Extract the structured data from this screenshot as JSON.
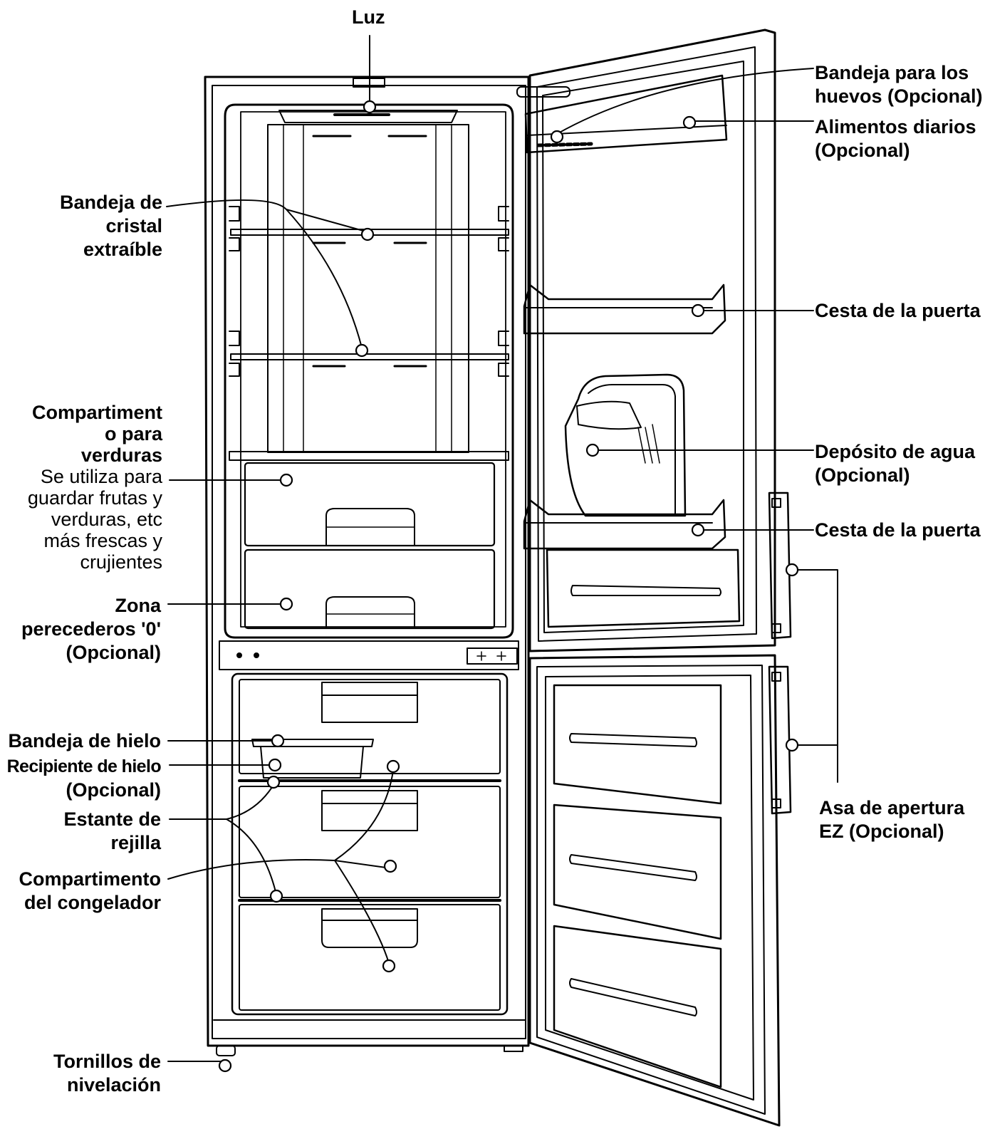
{
  "labels": {
    "luz": "Luz",
    "egg_tray": [
      "Bandeja para los",
      "huevos (Opcional)"
    ],
    "daily_food": [
      "Alimentos diarios",
      "(Opcional)"
    ],
    "glass_shelf": [
      "Bandeja de",
      "cristal",
      "extraíble"
    ],
    "door_basket_1": "Cesta de la puerta",
    "veg_title": [
      "Compartiment",
      "o para",
      "verduras"
    ],
    "veg_desc": [
      "Se utiliza para",
      "guardar frutas y",
      "verduras, etc",
      "más frescas y",
      "crujientes"
    ],
    "water_tank": [
      "Depósito de agua",
      "(Opcional)"
    ],
    "door_basket_2": "Cesta de la puerta",
    "zone": [
      "Zona",
      "perecederos '0'",
      "(Opcional)"
    ],
    "ice_tray": "Bandeja de hielo",
    "ice_bin": [
      "Recipiente de hielo",
      "(Opcional)"
    ],
    "wire_shelf": [
      "Estante de",
      "rejilla"
    ],
    "freezer": [
      "Compartimento",
      "del congelador"
    ],
    "ez_handle": [
      "Asa de apertura",
      "EZ (Opcional)"
    ],
    "leveling": [
      "Tornillos de",
      "nivelación"
    ]
  },
  "colors": {
    "line": "#000000",
    "fill": "#ffffff",
    "accent_gray": "#d8d8d8"
  }
}
